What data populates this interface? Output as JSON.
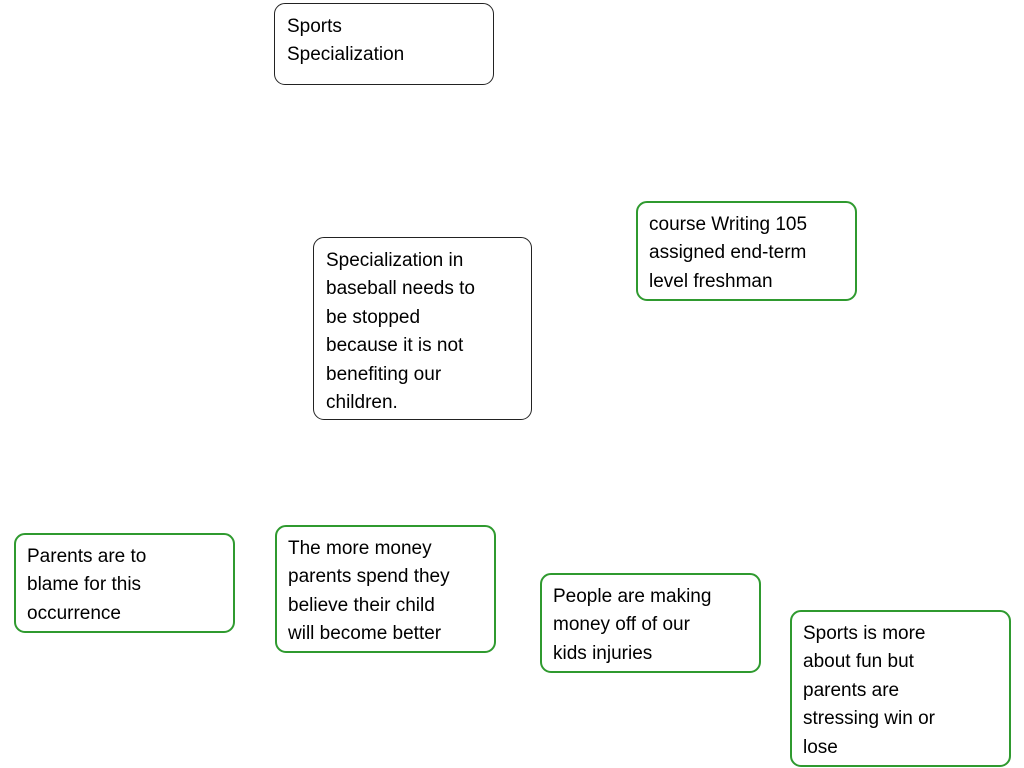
{
  "nodes": {
    "title": "Sports\nSpecialization",
    "thesis": "Specialization in\nbaseball needs to\nbe stopped\nbecause it is not\nbenefiting our\nchildren.",
    "course": "course Writing 105\nassigned end-term\nlevel freshman",
    "parents_blame": "Parents are to\nblame for this\noccurrence",
    "money": "The more money\nparents spend they\nbelieve their child\nwill become better",
    "injuries": "People are making\nmoney off of our\nkids injuries",
    "fun": "Sports is more\nabout fun but\nparents are\nstressing win or\nlose"
  },
  "colors": {
    "topic_border": "#222222",
    "detail_border": "#2f9a2f"
  }
}
